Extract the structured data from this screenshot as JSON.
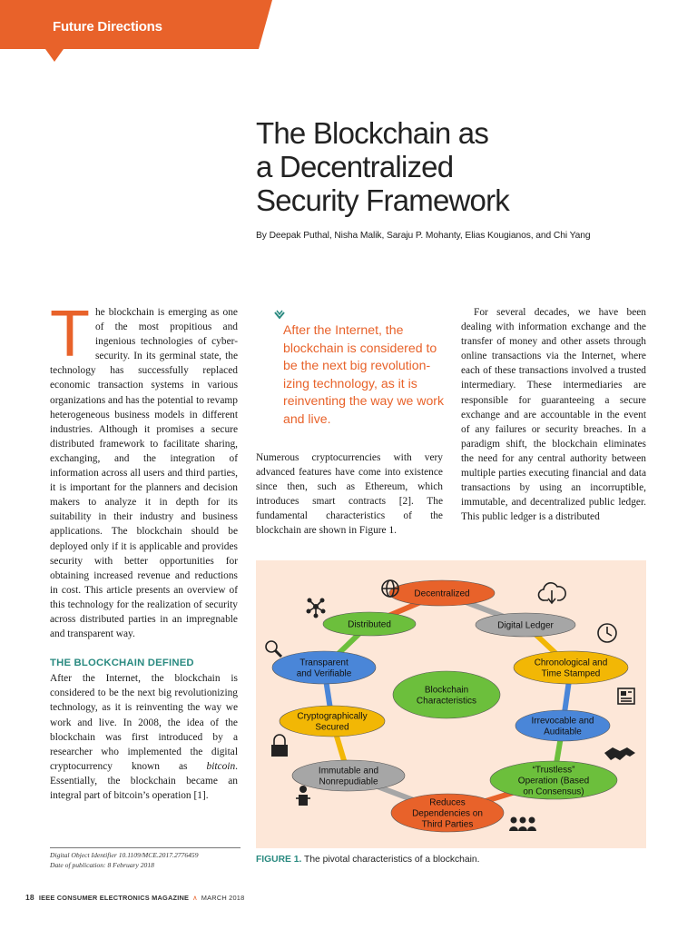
{
  "banner": {
    "label": "Future Directions",
    "color": "#e8622a"
  },
  "title_lines": [
    "The Blockchain as",
    "a Decentralized",
    "Security Framework"
  ],
  "byline": "By Deepak Puthal, Nisha Malik, Saraju P. Mohanty, Elias Kougianos, and Chi Yang",
  "col1": {
    "dropcap": "T",
    "intro": "he blockchain is emerging as one of the most propitious and ingenious technologies of cyber-security. In its germinal state, the technology has successfully replaced economic transaction systems in various organizations and has the potential to revamp heterogeneous business models in different industries. Although it promises a secure distributed framework to facilitate sharing, exchanging, and the integration of information across all users and third parties, it is important for the planners and decision makers to analyze it in depth for its suitability in their industry and business applications. The blockchain should be deployed only if it is applicable and provides security with better opportunities for obtaining increased revenue and reductions in cost. This article presents an overview of this technology for the realization of security across distributed parties in an impregnable and transparent way.",
    "heading": "THE BLOCKCHAIN DEFINED",
    "def_before": "After the Internet, the blockchain is considered to be the next big revolutionizing technology, as it is reinventing the way we work and live. In 2008, the idea of the blockchain was first introduced by a researcher who implemented the digital cryptocurrency known as ",
    "def_italic": "bitcoin",
    "def_after": ". Essentially, the blockchain became an integral part of bitcoin’s operation [1]."
  },
  "pullquote": "After the Internet, the blockchain is considered to be the next big revolution-izing technology, as it is reinventing the way we work and live.",
  "col2": "Numerous cryptocurrencies with very advanced features have come into existence since then, such as Ethereum, which introduces smart contracts [2]. The fundamental characteristics of the blockchain are shown in Figure 1.",
  "col3": "For several decades, we have been dealing with information exchange and the transfer of money and other assets through online transactions via the Internet, where each of these transactions involved a trusted intermediary. These intermediaries are responsible for guaranteeing a secure exchange and are accountable in the event of any failures or security breaches. In a paradigm shift, the blockchain eliminates the need for any central authority between multiple parties executing financial and data transactions by using an incorruptible, immutable, and decentralized public ledger. This public ledger is a distributed",
  "footnote": {
    "doi": "Digital Object Identifier 10.1109/MCE.2017.2776459",
    "date": "Date of publication: 8 February 2018"
  },
  "figure": {
    "center": "Blockchain Characteristics",
    "nodes": [
      {
        "lines": [
          "Decentralized"
        ],
        "color": "#e8622a"
      },
      {
        "lines": [
          "Digital Ledger"
        ],
        "color": "#a6a6a6"
      },
      {
        "lines": [
          "Chronological and",
          "Time Stamped"
        ],
        "color": "#f2b705"
      },
      {
        "lines": [
          "Irrevocable and",
          "Auditable"
        ],
        "color": "#4a86d8"
      },
      {
        "lines": [
          "“Trustless”",
          "Operation (Based",
          "on Consensus)"
        ],
        "color": "#6cbf3c"
      },
      {
        "lines": [
          "Reduces",
          "Dependencies on",
          "Third Parties"
        ],
        "color": "#e8622a"
      },
      {
        "lines": [
          "Immutable and",
          "Nonrepudiable"
        ],
        "color": "#a6a6a6"
      },
      {
        "lines": [
          "Cryptographically",
          "Secured"
        ],
        "color": "#f2b705"
      },
      {
        "lines": [
          "Transparent",
          "and Verifiable"
        ],
        "color": "#4a86d8"
      },
      {
        "lines": [
          "Distributed"
        ],
        "color": "#6cbf3c"
      }
    ],
    "center_color": "#6cbf3c",
    "icons": [
      "globe-icon",
      "cloud-download-icon",
      "clock-icon",
      "newspaper-icon",
      "handshake-icon",
      "group-icon",
      "person-icon",
      "lock-icon",
      "magnifier-icon",
      "network-icon"
    ]
  },
  "caption": {
    "label": "FIGURE 1.",
    "text": " The pivotal characteristics of a blockchain."
  },
  "footer": {
    "page": "18",
    "magazine": "IEEE CONSUMER ELECTRONICS MAGAZINE",
    "sep": "∧",
    "date": "MARCH 2018"
  }
}
